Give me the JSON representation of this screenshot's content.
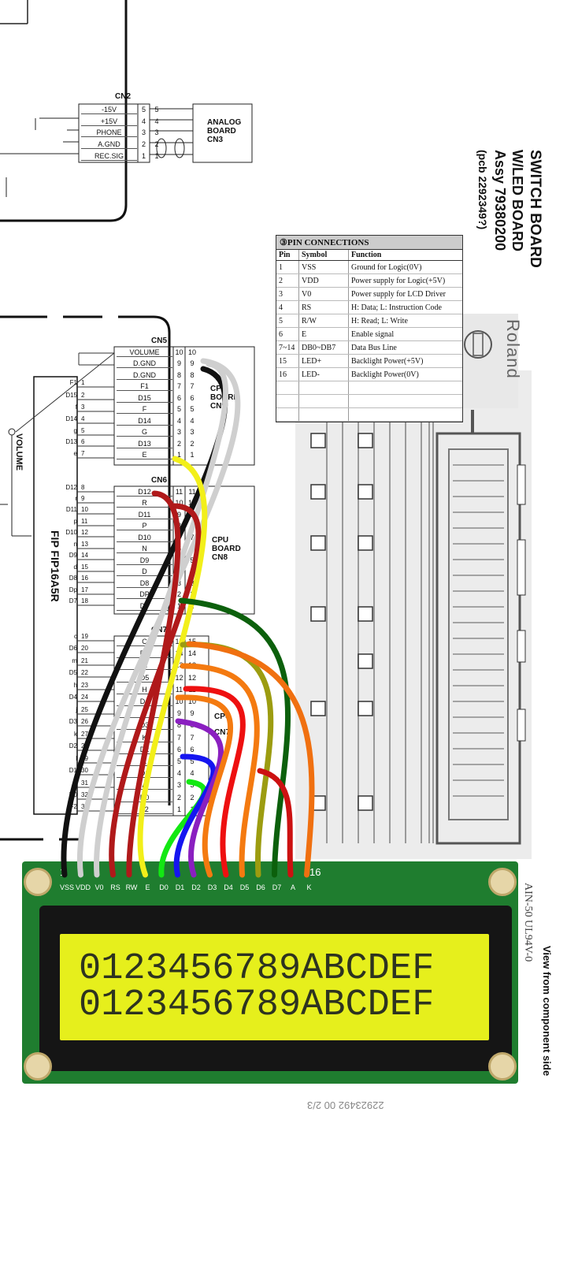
{
  "title": {
    "line1": "SWITCH BOARD",
    "line2": "W/LED BOARD",
    "line3": "Assy  79380200",
    "line4": "(pcb 2292349?)"
  },
  "brand": "Roland",
  "view_note": "View from component side",
  "board_label": "AIN-50  UL94V-0",
  "bottom_code": "22923492  00  2/3",
  "analog_board": {
    "label1": "ANALOG",
    "label2": "BOARD",
    "label3": "CN3"
  },
  "cn2": {
    "name": "CN2",
    "rows": [
      {
        "signal": "-15V",
        "pin": "5"
      },
      {
        "signal": "+15V",
        "pin": "4"
      },
      {
        "signal": "PHONE",
        "pin": "3"
      },
      {
        "signal": "A.GND",
        "pin": "2"
      },
      {
        "signal": "REC.SIG",
        "pin": "1"
      }
    ]
  },
  "cn5": {
    "name": "CN5",
    "board": [
      "CPU",
      "BOARD",
      "CN9"
    ],
    "rows": [
      {
        "signal": "VOLUME",
        "pin": "10"
      },
      {
        "signal": "D.GND",
        "pin": "9"
      },
      {
        "signal": "D.GND",
        "pin": "8"
      },
      {
        "signal": "F1",
        "pin": "7"
      },
      {
        "signal": "D15",
        "pin": "6"
      },
      {
        "signal": "F",
        "pin": "5"
      },
      {
        "signal": "D14",
        "pin": "4"
      },
      {
        "signal": "G",
        "pin": "3"
      },
      {
        "signal": "D13",
        "pin": "2"
      },
      {
        "signal": "E",
        "pin": "1"
      }
    ]
  },
  "cn6": {
    "name": "CN6",
    "board": [
      "CPU",
      "BOARD",
      "CN8"
    ],
    "rows": [
      {
        "signal": "D12",
        "pin": "11"
      },
      {
        "signal": "R",
        "pin": "10"
      },
      {
        "signal": "D11",
        "pin": "9"
      },
      {
        "signal": "P",
        "pin": "8"
      },
      {
        "signal": "D10",
        "pin": "7"
      },
      {
        "signal": "N",
        "pin": "6"
      },
      {
        "signal": "D9",
        "pin": "5"
      },
      {
        "signal": "D",
        "pin": "4"
      },
      {
        "signal": "D8",
        "pin": "3"
      },
      {
        "signal": "DP",
        "pin": "2"
      },
      {
        "signal": "D7",
        "pin": "1"
      }
    ]
  },
  "cn7": {
    "name": "CN7",
    "board": [
      "CPU",
      "CN7"
    ],
    "rows": [
      {
        "signal": "C",
        "pin": "15"
      },
      {
        "signal": "D6",
        "pin": "14"
      },
      {
        "signal": "M",
        "pin": "13"
      },
      {
        "signal": "D5",
        "pin": "12"
      },
      {
        "signal": "H",
        "pin": "11"
      },
      {
        "signal": "D4",
        "pin": "10"
      },
      {
        "signal": "J",
        "pin": "9"
      },
      {
        "signal": "D3",
        "pin": "8"
      },
      {
        "signal": "K",
        "pin": "7"
      },
      {
        "signal": "D2",
        "pin": "6"
      },
      {
        "signal": "L",
        "pin": "5"
      },
      {
        "signal": "D1",
        "pin": "4"
      },
      {
        "signal": "A",
        "pin": "3"
      },
      {
        "signal": "D0",
        "pin": "2"
      },
      {
        "signal": "F2",
        "pin": "1"
      }
    ]
  },
  "fip": {
    "name": "FIP FIP16A5R",
    "left_pins": [
      "F1",
      "D15",
      "f",
      "D14",
      "g",
      "D13",
      "e",
      "D12",
      "r",
      "D11",
      "p",
      "D10",
      "n",
      "D9",
      "d",
      "D8",
      "Dp",
      "D7",
      "c",
      "D6",
      "m",
      "D5",
      "h",
      "D4",
      "j",
      "D3",
      "k",
      "D2",
      "l",
      "D1",
      "a",
      "D0",
      "F2"
    ],
    "pin_numbers": [
      "1",
      "2",
      "3",
      "4",
      "5",
      "6",
      "7",
      "8",
      "9",
      "10",
      "11",
      "12",
      "13",
      "14",
      "15",
      "16",
      "17",
      "18",
      "19",
      "20",
      "21",
      "22",
      "23",
      "24",
      "25",
      "26",
      "27",
      "28",
      "29",
      "30",
      "31",
      "32",
      "33"
    ]
  },
  "volume_label": "VOLUME",
  "pin_connections": {
    "caption": "③PIN  CONNECTIONS",
    "headers": [
      "Pin",
      "Symbol",
      "Function"
    ],
    "rows": [
      [
        "1",
        "VSS",
        "Ground for Logic(0V)"
      ],
      [
        "2",
        "VDD",
        "Power supply for Logic(+5V)"
      ],
      [
        "3",
        "V0",
        "Power supply for LCD Driver"
      ],
      [
        "4",
        "RS",
        "H: Data;  L: Instruction Code"
      ],
      [
        "5",
        "R/W",
        "H: Read;  L: Write"
      ],
      [
        "6",
        "E",
        "Enable signal"
      ],
      [
        "7~14",
        "DB0~DB7",
        "Data Bus Line"
      ],
      [
        "15",
        "LED+",
        "Backlight Power(+5V)"
      ],
      [
        "16",
        "LED-",
        "Backlight Power(0V)"
      ]
    ]
  },
  "lcd": {
    "pin_labels": [
      "VSS",
      "VDD",
      "V0",
      "RS",
      "RW",
      "E",
      "D0",
      "D1",
      "D2",
      "D3",
      "D4",
      "D5",
      "D6",
      "D7",
      "A",
      "K"
    ],
    "first_pin": "1",
    "last_pin": "16",
    "row1": "0123456789ABCDEF",
    "row2": "0123456789ABCDEF"
  },
  "wires": [
    {
      "name": "VSS",
      "color": "#111111"
    },
    {
      "name": "VDD",
      "color": "#cfcfcf"
    },
    {
      "name": "V0",
      "color": "#cfcfcf"
    },
    {
      "name": "RS",
      "color": "#b0191a"
    },
    {
      "name": "RW",
      "color": "#b0191a"
    },
    {
      "name": "E",
      "color": "#f2ef1a"
    },
    {
      "name": "D0",
      "color": "#13e813"
    },
    {
      "name": "D1",
      "color": "#1515f0"
    },
    {
      "name": "D2",
      "color": "#8a1fc0"
    },
    {
      "name": "D3",
      "color": "#f47a10"
    },
    {
      "name": "D4",
      "color": "#ee1010"
    },
    {
      "name": "D5",
      "color": "#f47a10"
    },
    {
      "name": "D6",
      "color": "#9c9c10"
    },
    {
      "name": "D7",
      "color": "#0c600c"
    },
    {
      "name": "A",
      "color": "#cc1111"
    },
    {
      "name": "K",
      "color": "#f07010"
    }
  ],
  "colors": {
    "lcd_pcb": "#1f7d2f",
    "lcd_screen": "#e6ef1c",
    "lcd_bezel": "#151515"
  }
}
